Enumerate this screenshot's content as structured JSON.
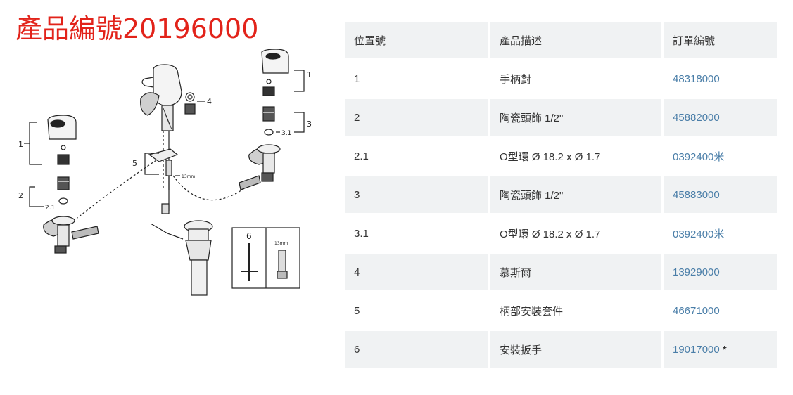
{
  "product_title": "產品編號20196000",
  "diagram": {
    "labels": [
      "1",
      "2",
      "2.1",
      "3",
      "3.1",
      "4",
      "5",
      "6"
    ],
    "inset_label": "6",
    "dimension_main": "13mm",
    "dimension_inset": "13mm"
  },
  "table": {
    "headers": [
      "位置號",
      "產品描述",
      "訂單編號"
    ],
    "rows": [
      {
        "position": "1",
        "description": "手柄對",
        "order_no": "48318000",
        "mark": ""
      },
      {
        "position": "2",
        "description": "陶瓷頭飾 1/2\"",
        "order_no": "45882000",
        "mark": ""
      },
      {
        "position": "2.1",
        "description": "O型環 Ø 18.2 x Ø 1.7",
        "order_no": "0392400米",
        "mark": ""
      },
      {
        "position": "3",
        "description": "陶瓷頭飾 1/2\"",
        "order_no": "45883000",
        "mark": ""
      },
      {
        "position": "3.1",
        "description": "O型環 Ø 18.2 x Ø 1.7",
        "order_no": "0392400米",
        "mark": ""
      },
      {
        "position": "4",
        "description": "慕斯爾",
        "order_no": "13929000",
        "mark": ""
      },
      {
        "position": "5",
        "description": "柄部安裝套件",
        "order_no": "46671000",
        "mark": ""
      },
      {
        "position": "6",
        "description": "安裝扳手",
        "order_no": "19017000",
        "mark": "*"
      }
    ]
  }
}
